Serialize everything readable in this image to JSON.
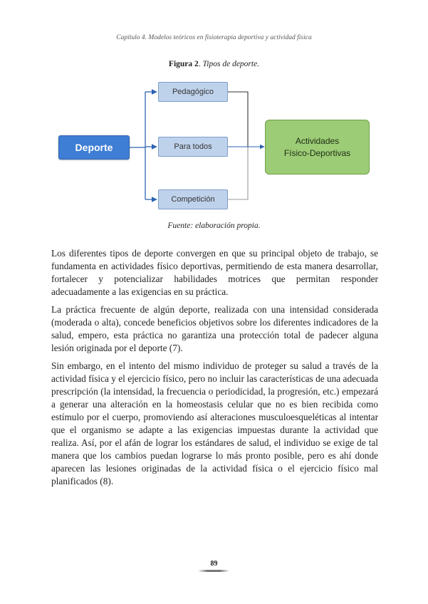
{
  "header": {
    "running_title": "Capítulo 4. Modelos teóricos en fisioterapia deportiva y actividad física"
  },
  "figure": {
    "label": "Figura 2",
    "title": "Tipos de deporte.",
    "source": "Fuente: elaboración propia.",
    "nodes": {
      "root": "Deporte",
      "branch_1": "Pedagógico",
      "branch_2": "Para todos",
      "branch_3": "Competición",
      "target_line_1": "Actividades",
      "target_line_2": "Físico-Deportivas"
    },
    "colors": {
      "root": "#3f7ed5",
      "branch": "#bfd2ec",
      "target": "#9ccc75",
      "arrow": "#2d63b0"
    }
  },
  "body": {
    "paragraph_1": "Los diferentes tipos de deporte convergen en que su principal objeto de trabajo, se fundamenta en actividades físico deportivas, permitiendo de esta manera desarrollar, fortalecer y potencializar habilidades motrices que permitan responder adecuadamente a las exigencias en su práctica.",
    "paragraph_2": "La práctica frecuente de algún deporte, realizada con una intensidad considerada (moderada o alta), concede beneficios objetivos sobre los diferentes indicadores de la salud, empero, esta práctica no garantiza una protección total de padecer alguna lesión originada por el deporte (7).",
    "paragraph_3": "Sin embargo, en el intento del mismo individuo de proteger su salud a través de la actividad física y el ejercicio físico, pero no incluir las características de una adecuada prescripción (la intensidad, la frecuencia o periodicidad, la progresión, etc.) empezará a generar una alteración en la homeostasis celular que no es bien recibida como estímulo por el cuerpo, promoviendo así alteraciones musculoesqueléticas al intentar que el organismo se adapte a las exigencias impuestas durante la actividad que realiza. Así, por el afán de lograr los estándares de salud, el individuo se exige de tal manera que los cambios puedan lograrse lo más pronto posible, pero es ahí donde aparecen las lesiones originadas de la actividad física o el ejercicio físico mal planificados (8)."
  },
  "footer": {
    "page_number": "89"
  }
}
